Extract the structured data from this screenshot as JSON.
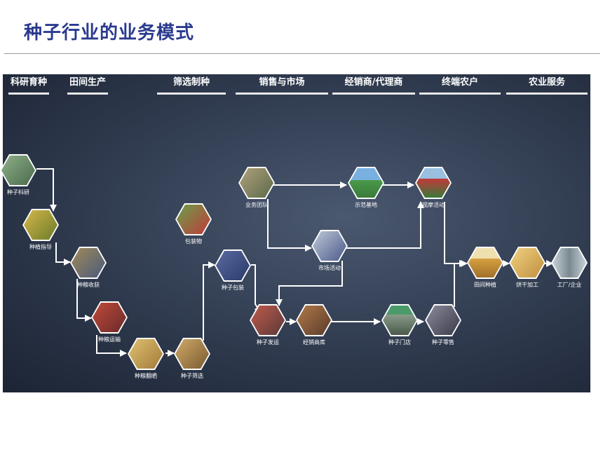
{
  "title": "种子行业的业务模式",
  "columns": [
    {
      "label": "科研育种"
    },
    {
      "label": "田间生产"
    },
    {
      "label": "筛选制种"
    },
    {
      "label": "销售与市场"
    },
    {
      "label": "经销商/代理商"
    },
    {
      "label": "终端农户"
    },
    {
      "label": "农业服务"
    }
  ],
  "nodes": {
    "research": {
      "label": "种子科研",
      "color": "#6b8a6a"
    },
    "guidance": {
      "label": "种植指导",
      "color": "#b39a3a"
    },
    "harvest": {
      "label": "种粮收获",
      "color": "#7a6a4a"
    },
    "transport": {
      "label": "种粮运输",
      "color": "#8a3a2a"
    },
    "drying": {
      "label": "种粮翻晒",
      "color": "#c9a45a"
    },
    "screening": {
      "label": "种子筛选",
      "color": "#b08a50"
    },
    "packaging_material": {
      "label": "包装物",
      "color": "#4a7a3a"
    },
    "packing": {
      "label": "种子包装",
      "color": "#3a4a7a"
    },
    "sales_team": {
      "label": "业务团队",
      "color": "#8a7a5a"
    },
    "demo_base": {
      "label": "示范基地",
      "color": "#4a9a5a"
    },
    "observation": {
      "label": "观摩活动",
      "color": "#3a7a3a"
    },
    "market_activity": {
      "label": "市场活动",
      "color": "#6a7a9a"
    },
    "shipping": {
      "label": "种子发运",
      "color": "#9a4a3a"
    },
    "dealer_warehouse": {
      "label": "经销商库",
      "color": "#8a5a3a"
    },
    "seed_store": {
      "label": "种子门店",
      "color": "#6a8a6a"
    },
    "retail": {
      "label": "种子零售",
      "color": "#5a5a6a"
    },
    "field_planting": {
      "label": "田间种植",
      "color": "#c99a3a"
    },
    "drying_process": {
      "label": "烘干加工",
      "color": "#d6b060"
    },
    "factory": {
      "label": "工厂/企业",
      "color": "#8a9aa0"
    }
  }
}
